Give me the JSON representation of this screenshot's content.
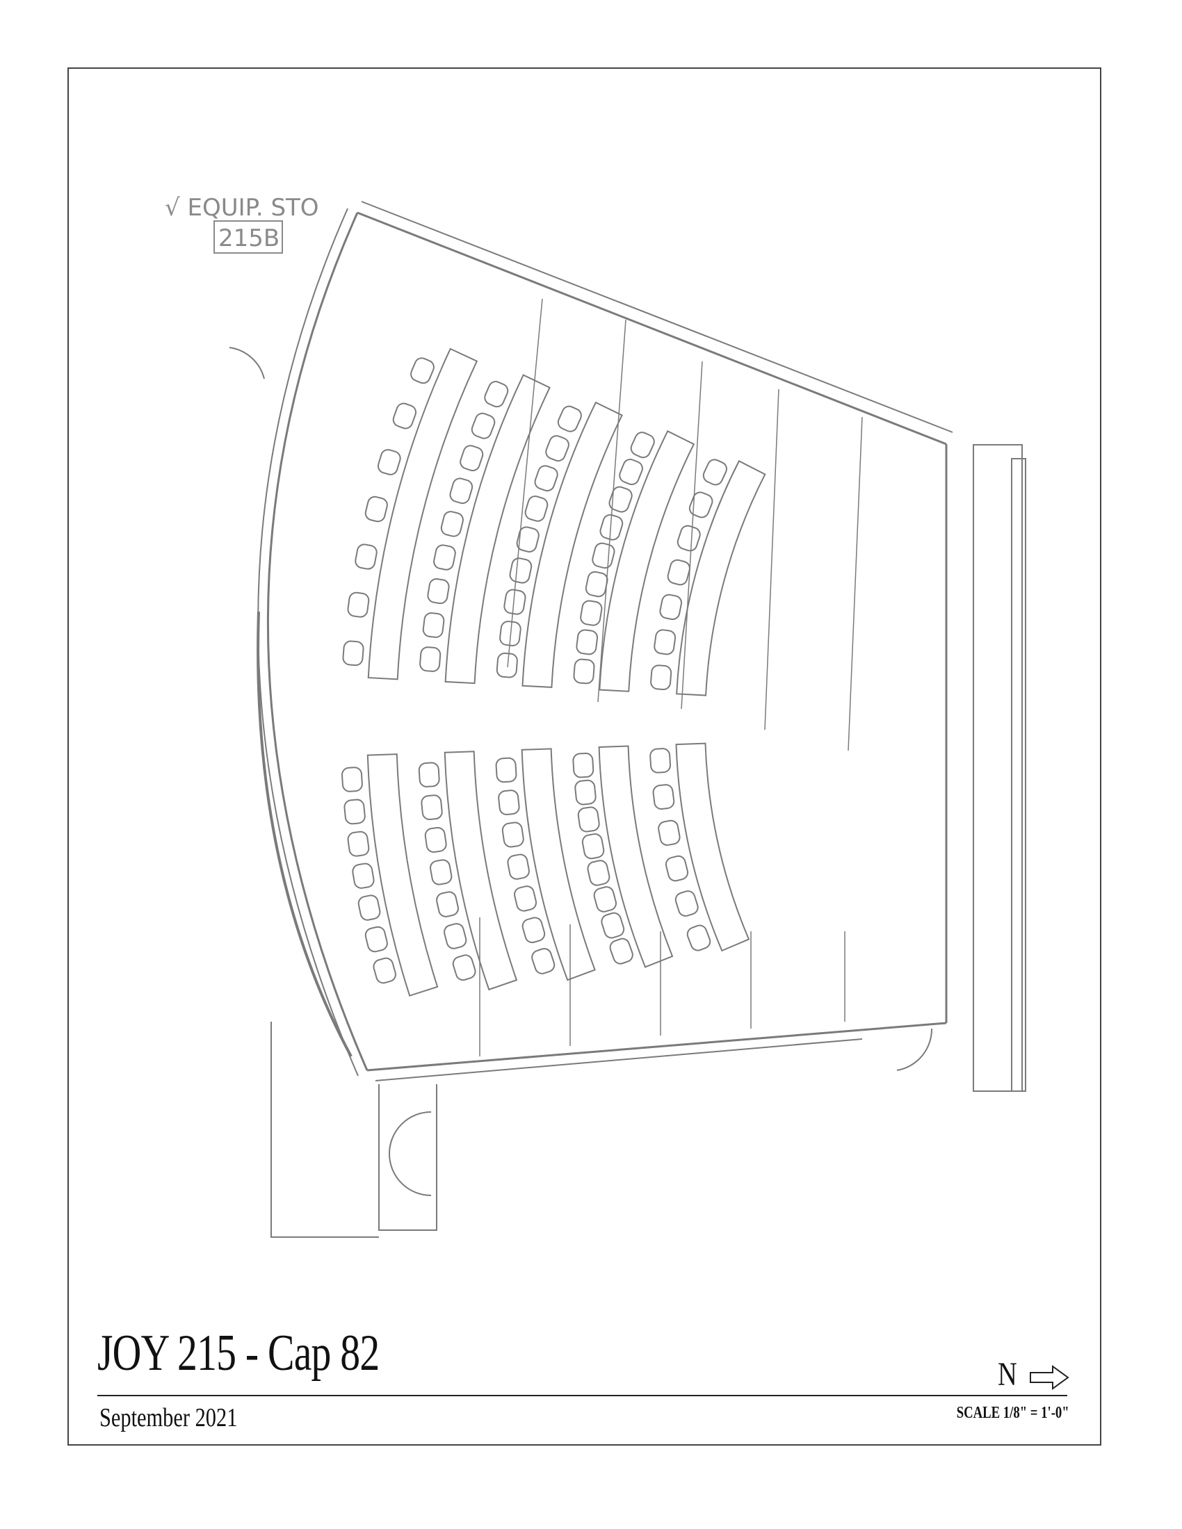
{
  "drawing": {
    "title": "JOY 215 - Cap 82",
    "date": "September 2021",
    "north_label": "N",
    "scale": "SCALE 1/8\" = 1'-0\"",
    "adjacent_room_name": "√ EQUIP. STO",
    "adjacent_room_number": "215B",
    "line_color": "#7a7a7a",
    "seat_rows_upper": [
      7,
      9,
      9,
      9,
      7
    ],
    "seat_rows_lower": [
      7,
      7,
      7,
      8,
      6
    ]
  }
}
